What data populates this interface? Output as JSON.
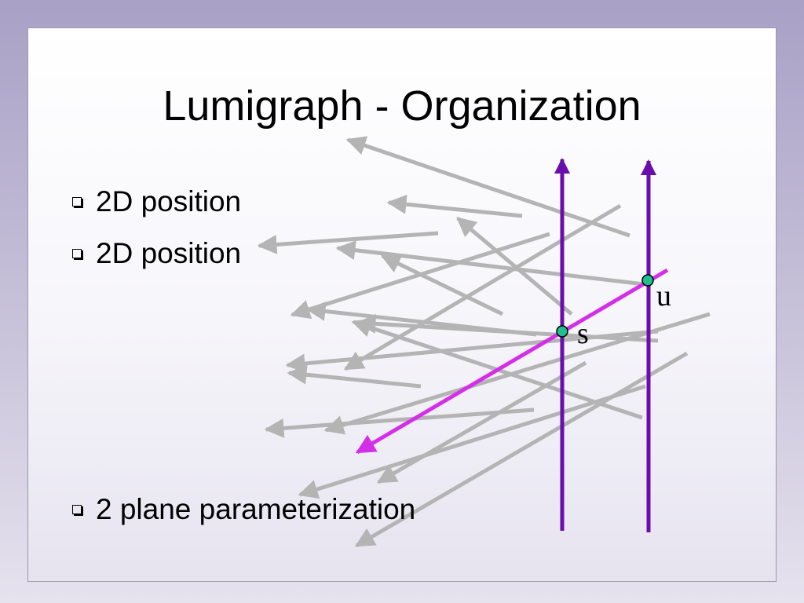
{
  "slide": {
    "title": "Lumigraph - Organization",
    "bullets": [
      {
        "text": "2D position"
      },
      {
        "text": "2D position"
      },
      {
        "text": "2 plane parameterization"
      }
    ]
  },
  "diagram": {
    "plane_label_s": "s",
    "plane_label_u": "u",
    "colors": {
      "rays": "#b4b4b4",
      "planes": "#6a0dad",
      "highlight_ray": "#d42fe8",
      "intersection": "#1fbf8f"
    }
  }
}
